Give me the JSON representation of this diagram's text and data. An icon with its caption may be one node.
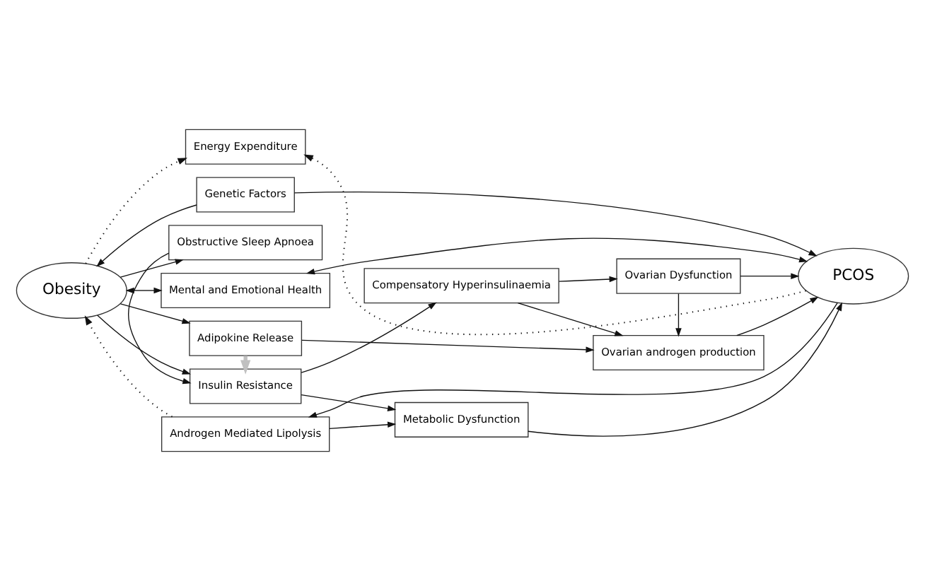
{
  "diagram": {
    "nodes": [
      {
        "text": [
          "Obesity"
        ]
      },
      {
        "text": [
          "Adipokine Release"
        ]
      },
      {
        "text": [
          "Obstructive Sleep Apnoea"
        ]
      },
      {
        "text": [
          "Insulin Resistance"
        ]
      },
      {
        "text": [
          "Compensatory Hyperinsulinaemia"
        ]
      },
      {
        "text": [
          "Ovarian androgen production"
        ]
      },
      {
        "text": [
          "Ovarian Dysfunction"
        ]
      },
      {
        "text": [
          "Metabolic Dysfunction"
        ]
      },
      {
        "text": [
          "PCOS"
        ]
      },
      {
        "text": [
          "Androgen Mediated Lipolysis"
        ]
      },
      {
        "text": [
          "Genetic Factors"
        ]
      },
      {
        "text": [
          "Energy Expenditure"
        ]
      },
      {
        "text": [
          "Mental and Emotional Health"
        ]
      }
    ],
    "edges": [
      {
        "from": 0,
        "to": 1,
        "arrow": "to"
      },
      {
        "from": 0,
        "to": 2,
        "arrow": "to"
      },
      {
        "from": 0,
        "to": 3,
        "arrow": "to"
      },
      {
        "from": 2,
        "to": 3,
        "arrow": "to"
      },
      {
        "from": 1,
        "to": 3,
        "arrow": "to",
        "style": "thick",
        "color": "#c0c0c0"
      },
      {
        "from": 1,
        "to": 5,
        "arrow": "to"
      },
      {
        "from": 3,
        "to": 4,
        "arrow": "to"
      },
      {
        "from": 3,
        "to": 7,
        "arrow": "to"
      },
      {
        "from": 4,
        "to": 5,
        "arrow": "to"
      },
      {
        "from": 4,
        "to": 6,
        "arrow": "to"
      },
      {
        "from": 6,
        "to": 5,
        "arrow": "to"
      },
      {
        "from": 5,
        "to": 8,
        "arrow": "to"
      },
      {
        "from": 6,
        "to": 8,
        "arrow": "to"
      },
      {
        "from": 7,
        "to": 8,
        "arrow": "to"
      },
      {
        "from": 9,
        "to": 7,
        "arrow": "to"
      },
      {
        "from": 8,
        "to": 9,
        "arrow": "to"
      },
      {
        "from": 9,
        "to": 0,
        "arrow": "to",
        "style": "dashed"
      },
      {
        "from": 10,
        "to": 0,
        "arrow": "to"
      },
      {
        "from": 10,
        "to": 8,
        "arrow": "to"
      },
      {
        "from": 8,
        "to": 11,
        "arrow": "to",
        "style": "dashed"
      },
      {
        "from": 0,
        "to": 11,
        "arrow": "to",
        "style": "dashed"
      },
      {
        "from": 0,
        "to": 12,
        "arrow": "both"
      },
      {
        "from": 12,
        "to": 8,
        "arrow": "both"
      }
    ]
  }
}
